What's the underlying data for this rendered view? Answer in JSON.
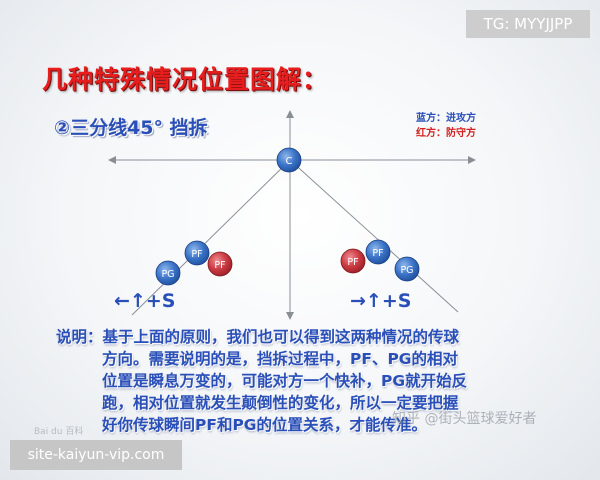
{
  "watermark_tg": "TG: MYYJJPP",
  "title": "几种特殊情况位置图解：",
  "subtitle": "②三分线45° 挡拆",
  "legend": {
    "blue": "蓝方：进攻方",
    "red": "红方：防守方"
  },
  "colors": {
    "title_red": "#e61e1e",
    "text_blue": "#2a4fb8",
    "offense_blue": "#2f6bc4",
    "defense_red": "#c8323a",
    "line_gray": "#8a8f96"
  },
  "nodes": {
    "center": "C",
    "left_pf_offense": "PF",
    "left_pf_defense": "PF",
    "left_pg": "PG",
    "right_pf_offense": "PF",
    "right_pf_defense": "PF",
    "right_pg": "PG"
  },
  "arrow_labels": {
    "left": "←↑+S",
    "right": "→↑+S"
  },
  "description": {
    "line1": "说明：基于上面的原则，我们也可以得到这两种情况的传球",
    "line2": "方向。需要说明的是，挡拆过程中，PF、PG的相对",
    "line3": "位置是瞬息万变的，可能对方一个快补，PG就开始反",
    "line4": "跑，相对位置就发生颠倒性的变化，所以一定要把握",
    "line5": "好你传球瞬间PF和PG的位置关系，才能传准。"
  },
  "watermark_baidu": "Bai du 百科",
  "watermark_zhihu": "知乎 @街头篮球爱好者",
  "watermark_site": "site-kaiyun-vip.com"
}
